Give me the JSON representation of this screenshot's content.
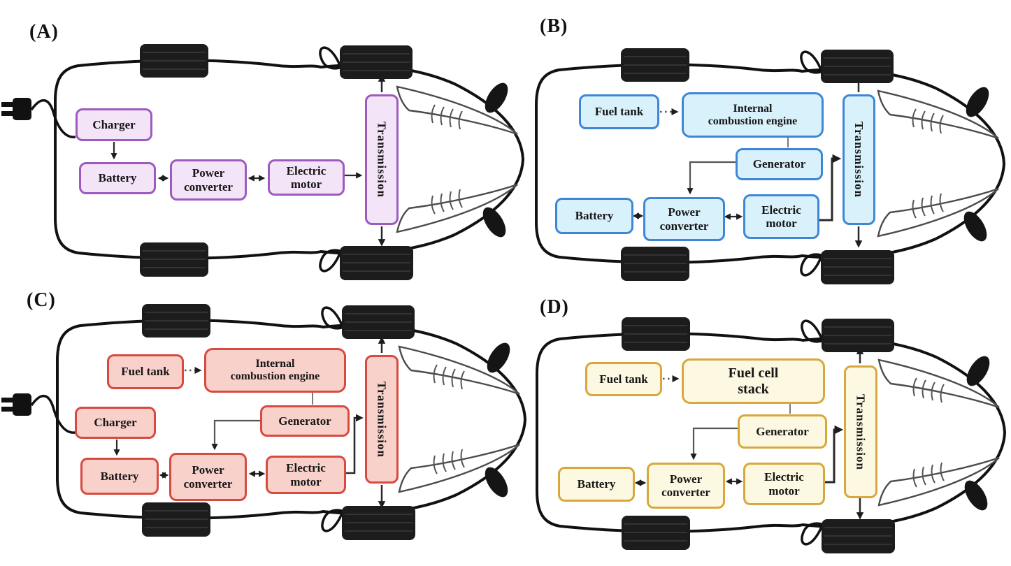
{
  "figure": {
    "description": "Four top-view car schematics comparing electrified powertrain architectures",
    "panels": [
      {
        "id": "A",
        "label": "(A)",
        "colors": {
          "fill": "#f4e4f7",
          "border": "#9d5bc0"
        },
        "features": [
          "charging-plug"
        ],
        "nodes": [
          {
            "id": "charger",
            "label": "Charger"
          },
          {
            "id": "battery",
            "label": "Battery"
          },
          {
            "id": "power-converter",
            "label": "Power converter"
          },
          {
            "id": "electric-motor",
            "label": "Electric motor"
          },
          {
            "id": "transmission",
            "label": "Transmission"
          }
        ],
        "connections": [
          {
            "from": "charger",
            "to": "battery",
            "type": "arrow"
          },
          {
            "from": "battery",
            "to": "power-converter",
            "type": "bidirectional"
          },
          {
            "from": "power-converter",
            "to": "electric-motor",
            "type": "bidirectional"
          },
          {
            "from": "electric-motor",
            "to": "transmission",
            "type": "arrow"
          },
          {
            "from": "transmission",
            "to": "front-wheel",
            "type": "arrow"
          },
          {
            "from": "transmission",
            "to": "rear-wheel",
            "type": "arrow"
          }
        ]
      },
      {
        "id": "B",
        "label": "(B)",
        "colors": {
          "fill": "#d9f1fb",
          "border": "#3e86d8"
        },
        "features": [],
        "nodes": [
          {
            "id": "fuel-tank",
            "label": "Fuel tank"
          },
          {
            "id": "internal-combustion-engine",
            "label": "Internal combustion engine"
          },
          {
            "id": "generator",
            "label": "Generator"
          },
          {
            "id": "battery",
            "label": "Battery"
          },
          {
            "id": "power-converter",
            "label": "Power converter"
          },
          {
            "id": "electric-motor",
            "label": "Electric motor"
          },
          {
            "id": "transmission",
            "label": "Transmission"
          }
        ],
        "connections": [
          {
            "from": "fuel-tank",
            "to": "internal-combustion-engine",
            "type": "dashed-arrow"
          },
          {
            "from": "internal-combustion-engine",
            "to": "generator",
            "type": "line"
          },
          {
            "from": "generator",
            "to": "power-converter",
            "type": "arrow"
          },
          {
            "from": "battery",
            "to": "power-converter",
            "type": "bidirectional"
          },
          {
            "from": "power-converter",
            "to": "electric-motor",
            "type": "bidirectional"
          },
          {
            "from": "electric-motor",
            "to": "transmission",
            "type": "arrow"
          },
          {
            "from": "transmission",
            "to": "front-wheel",
            "type": "arrow"
          },
          {
            "from": "transmission",
            "to": "rear-wheel",
            "type": "arrow"
          }
        ]
      },
      {
        "id": "C",
        "label": "(C)",
        "colors": {
          "fill": "#f9d1cb",
          "border": "#d84a40"
        },
        "features": [
          "charging-plug"
        ],
        "nodes": [
          {
            "id": "fuel-tank",
            "label": "Fuel tank"
          },
          {
            "id": "internal-combustion-engine",
            "label": "Internal combustion engine"
          },
          {
            "id": "charger",
            "label": "Charger"
          },
          {
            "id": "generator",
            "label": "Generator"
          },
          {
            "id": "battery",
            "label": "Battery"
          },
          {
            "id": "power-converter",
            "label": "Power converter"
          },
          {
            "id": "electric-motor",
            "label": "Electric motor"
          },
          {
            "id": "transmission",
            "label": "Transmission"
          }
        ],
        "connections": [
          {
            "from": "fuel-tank",
            "to": "internal-combustion-engine",
            "type": "dashed-arrow"
          },
          {
            "from": "internal-combustion-engine",
            "to": "generator",
            "type": "line"
          },
          {
            "from": "generator",
            "to": "power-converter",
            "type": "arrow"
          },
          {
            "from": "charger",
            "to": "battery",
            "type": "arrow"
          },
          {
            "from": "battery",
            "to": "power-converter",
            "type": "bidirectional"
          },
          {
            "from": "power-converter",
            "to": "electric-motor",
            "type": "bidirectional"
          },
          {
            "from": "electric-motor",
            "to": "transmission",
            "type": "arrow"
          },
          {
            "from": "transmission",
            "to": "front-wheel",
            "type": "arrow"
          },
          {
            "from": "transmission",
            "to": "rear-wheel",
            "type": "arrow"
          }
        ]
      },
      {
        "id": "D",
        "label": "(D)",
        "colors": {
          "fill": "#fcf8e1",
          "border": "#d8a83c"
        },
        "features": [],
        "nodes": [
          {
            "id": "fuel-tank",
            "label": "Fuel tank"
          },
          {
            "id": "fuel-cell-stack",
            "label": "Fuel cell stack"
          },
          {
            "id": "generator",
            "label": "Generator"
          },
          {
            "id": "battery",
            "label": "Battery"
          },
          {
            "id": "power-converter",
            "label": "Power converter"
          },
          {
            "id": "electric-motor",
            "label": "Electric motor"
          },
          {
            "id": "transmission",
            "label": "Transmission"
          }
        ],
        "connections": [
          {
            "from": "fuel-tank",
            "to": "fuel-cell-stack",
            "type": "dashed-arrow"
          },
          {
            "from": "fuel-cell-stack",
            "to": "generator",
            "type": "line"
          },
          {
            "from": "generator",
            "to": "power-converter",
            "type": "arrow"
          },
          {
            "from": "battery",
            "to": "power-converter",
            "type": "bidirectional"
          },
          {
            "from": "power-converter",
            "to": "electric-motor",
            "type": "bidirectional"
          },
          {
            "from": "electric-motor",
            "to": "transmission",
            "type": "arrow"
          },
          {
            "from": "transmission",
            "to": "front-wheel",
            "type": "arrow"
          },
          {
            "from": "transmission",
            "to": "rear-wheel",
            "type": "arrow"
          }
        ]
      }
    ]
  }
}
